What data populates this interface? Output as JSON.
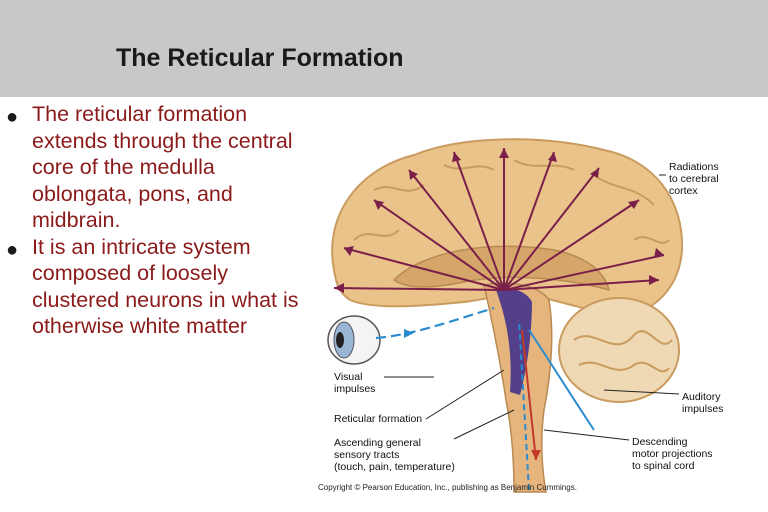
{
  "slide": {
    "title": "The Reticular Formation",
    "bullets": [
      "The reticular formation extends through the central core of the medulla oblongata, pons, and midbrain.",
      "It is an intricate system composed of loosely clustered neurons in what is otherwise white matter"
    ]
  },
  "figure": {
    "labels": {
      "radiations_1": "Radiations",
      "radiations_2": "to cerebral",
      "radiations_3": "cortex",
      "visual_1": "Visual",
      "visual_2": "impulses",
      "reticular": "Reticular formation",
      "ascending_1": "Ascending general",
      "ascending_2": "sensory tracts",
      "ascending_3": "(touch, pain, temperature)",
      "auditory_1": "Auditory",
      "auditory_2": "impulses",
      "descending_1": "Descending",
      "descending_2": "motor projections",
      "descending_3": "to spinal cord"
    },
    "copyright": "Copyright © Pearson Education, Inc., publishing as Benjamin Cummings.",
    "colors": {
      "brain": "#e9c38a",
      "brain_dark": "#c99b5e",
      "arrows": "#7a1f4a",
      "blue": "#2a8ccf",
      "reticular": "#3a2c8c"
    }
  }
}
